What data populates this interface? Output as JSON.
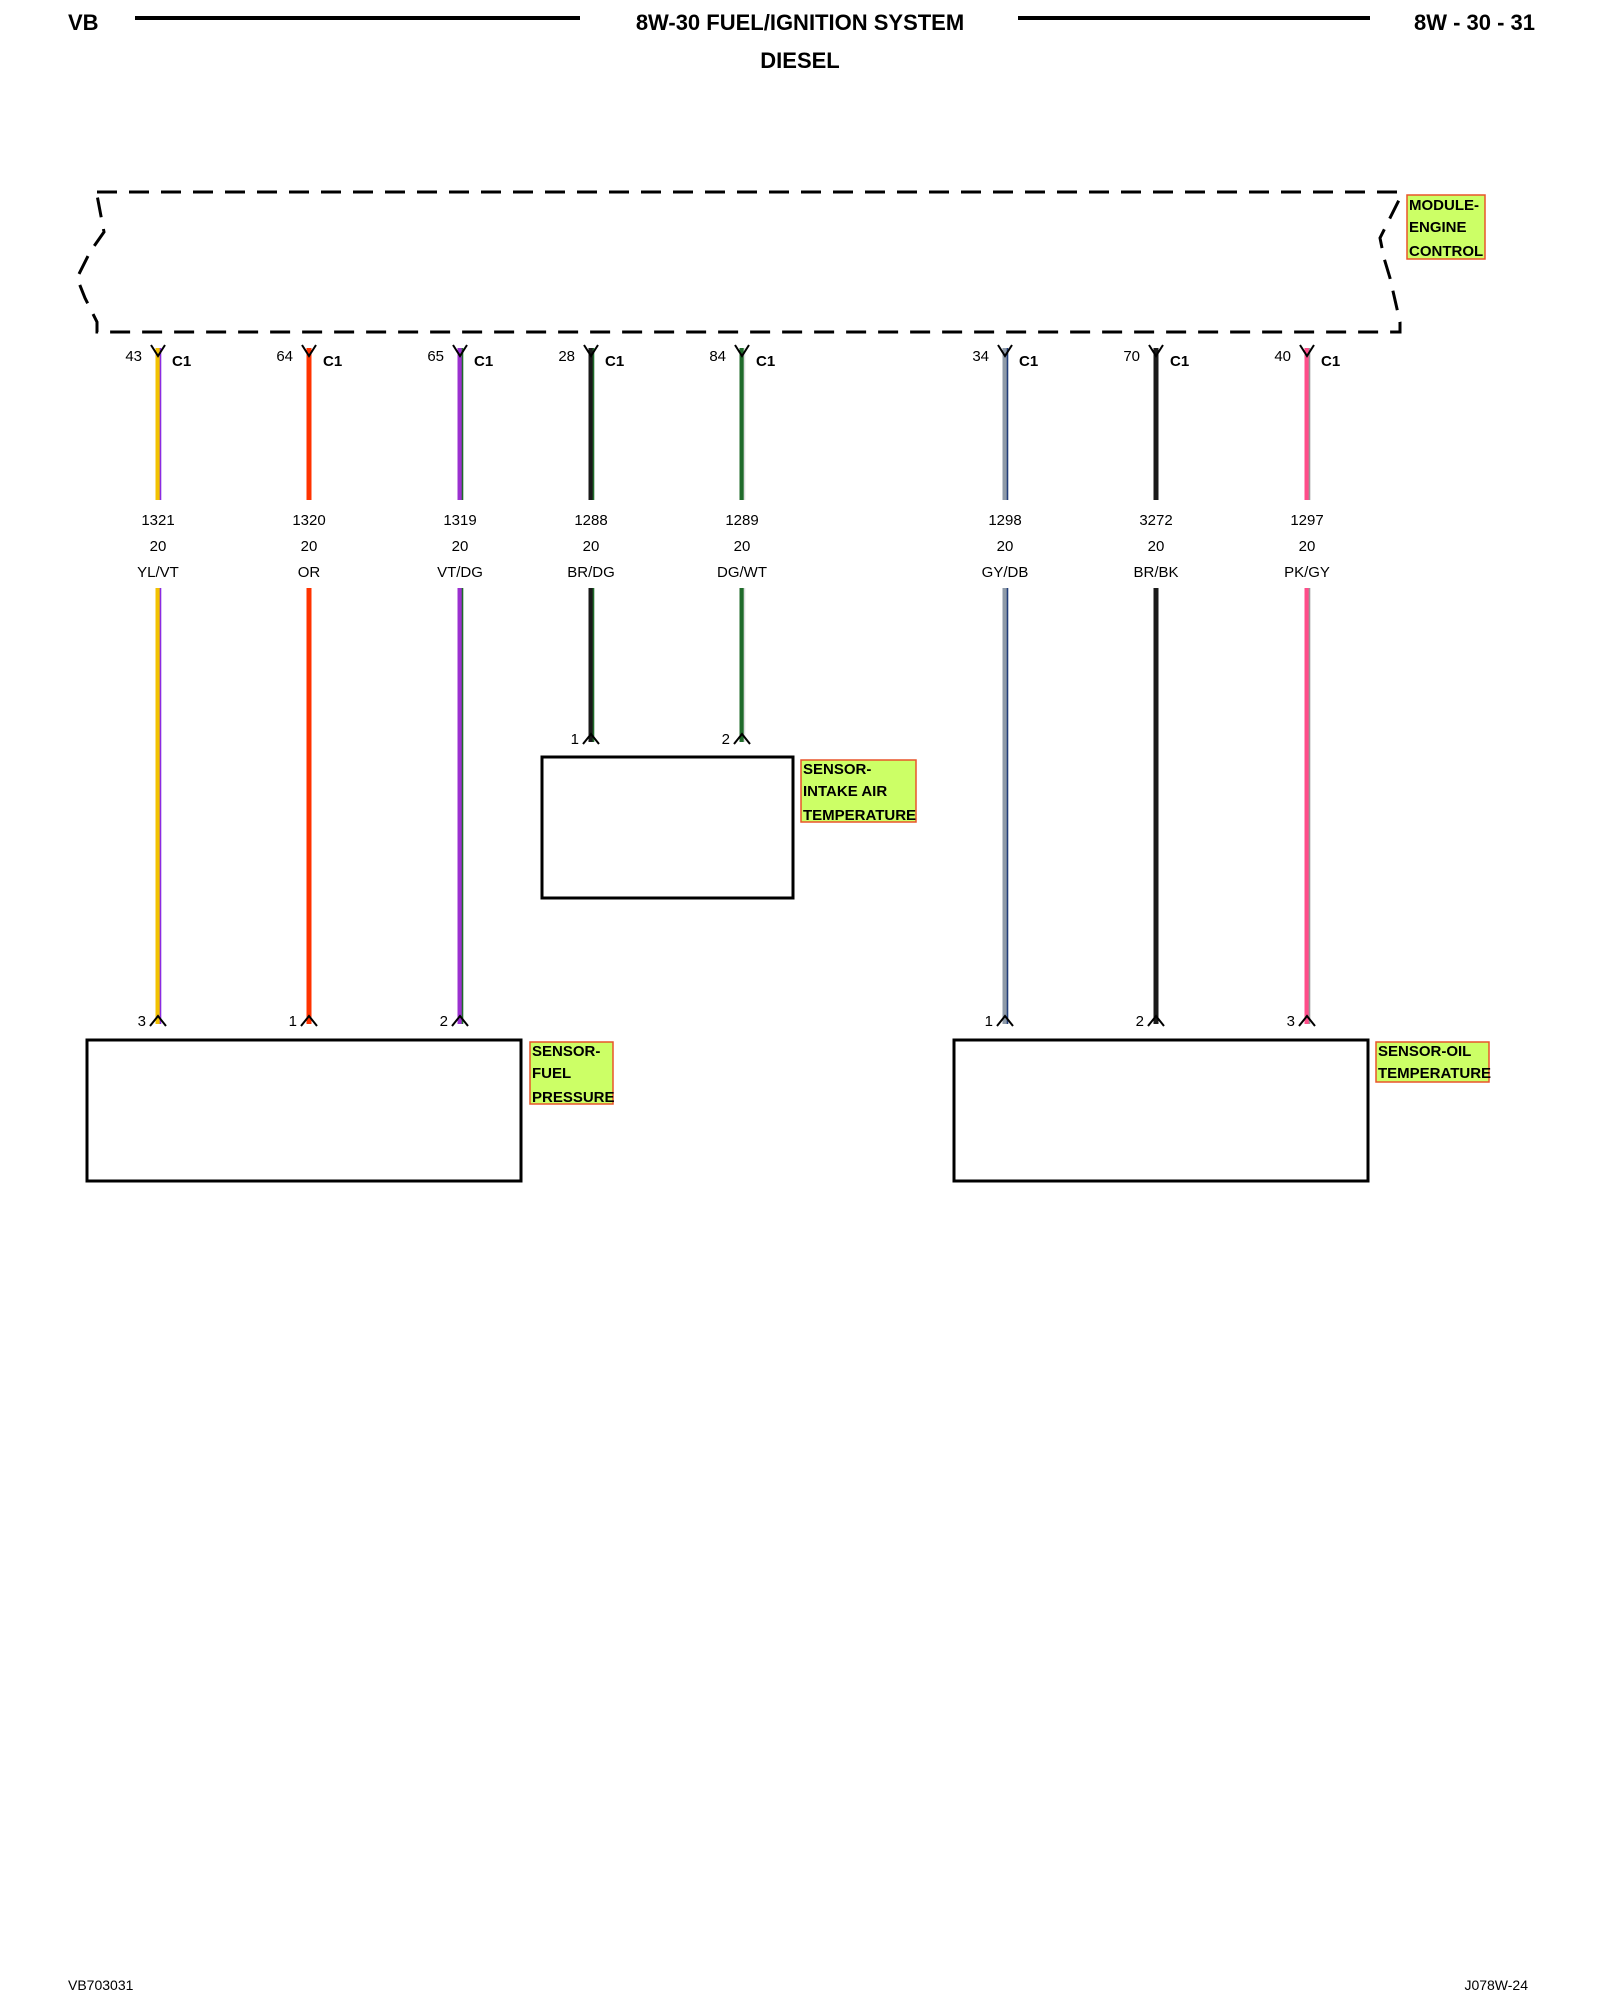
{
  "header": {
    "left": "VB",
    "title": "8W-30 FUEL/IGNITION SYSTEM",
    "subtitle": "DIESEL",
    "right": "8W - 30 - 31"
  },
  "module": {
    "label_lines": [
      "MODULE-",
      "ENGINE",
      "CONTROL"
    ]
  },
  "wires": [
    {
      "pin": "43",
      "connector": "C1",
      "circuit": "1321",
      "gauge": "20",
      "color_code": "YL/VT",
      "stroke": "#f2c200",
      "tracer": "#8a2be2"
    },
    {
      "pin": "64",
      "connector": "C1",
      "circuit": "1320",
      "gauge": "20",
      "color_code": "OR",
      "stroke": "#ff3300",
      "tracer": ""
    },
    {
      "pin": "65",
      "connector": "C1",
      "circuit": "1319",
      "gauge": "20",
      "color_code": "VT/DG",
      "stroke": "#9b30d0",
      "tracer": "#1f6b2a"
    },
    {
      "pin": "28",
      "connector": "C1",
      "circuit": "1288",
      "gauge": "20",
      "color_code": "BR/DG",
      "stroke": "#1a1a1a",
      "tracer": "#1f6b2a"
    },
    {
      "pin": "84",
      "connector": "C1",
      "circuit": "1289",
      "gauge": "20",
      "color_code": "DG/WT",
      "stroke": "#1f6b2a",
      "tracer": "#dddddd"
    },
    {
      "pin": "34",
      "connector": "C1",
      "circuit": "1298",
      "gauge": "20",
      "color_code": "GY/DB",
      "stroke": "#8e9aa8",
      "tracer": "#223e7a"
    },
    {
      "pin": "70",
      "connector": "C1",
      "circuit": "3272",
      "gauge": "20",
      "color_code": "BR/BK",
      "stroke": "#1a1a1a",
      "tracer": ""
    },
    {
      "pin": "40",
      "connector": "C1",
      "circuit": "1297",
      "gauge": "20",
      "color_code": "PK/GY",
      "stroke": "#ff4d8a",
      "tracer": "#999999"
    }
  ],
  "sensors": [
    {
      "name": "fuel-pressure",
      "label_lines": [
        "SENSOR-",
        "FUEL",
        "PRESSURE"
      ],
      "pins": [
        "3",
        "1",
        "2"
      ]
    },
    {
      "name": "intake-air-temperature",
      "label_lines": [
        "SENSOR-",
        "INTAKE AIR",
        "TEMPERATURE"
      ],
      "pins": [
        "1",
        "2"
      ]
    },
    {
      "name": "oil-temperature",
      "label_lines": [
        "SENSOR-OIL",
        "TEMPERATURE"
      ],
      "pins": [
        "1",
        "2",
        "3"
      ]
    }
  ],
  "footer": {
    "left": "VB703031",
    "right": "J078W-24"
  },
  "colors": {
    "tag_fill": "#ccff66",
    "tag_border": "#e8552a"
  }
}
